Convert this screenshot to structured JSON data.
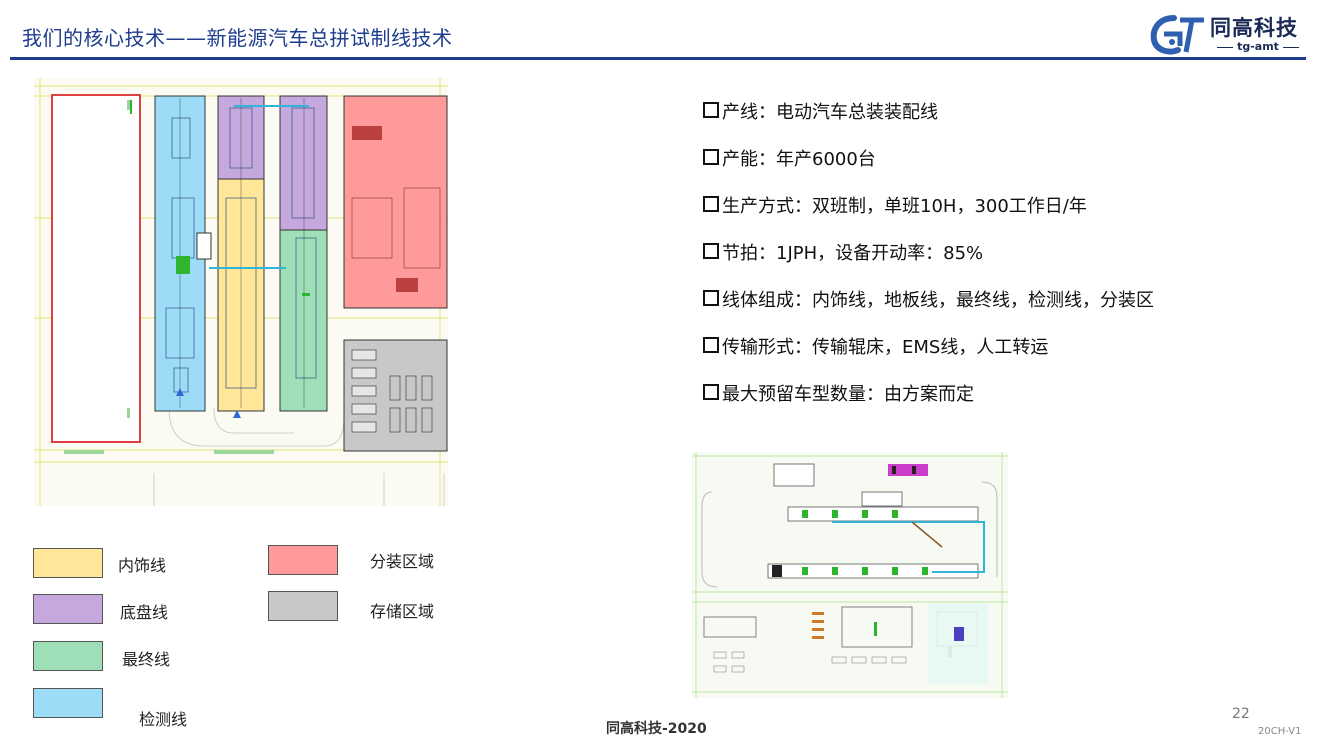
{
  "header": {
    "title": "我们的核心技术——新能源汽车总拼试制线技术"
  },
  "logo": {
    "name": "同高科技",
    "sub": "tg-amt"
  },
  "legend": [
    {
      "label": "内饰线",
      "color": "#ffe699"
    },
    {
      "label": "底盘线",
      "color": "#c5a8dd"
    },
    {
      "label": "最终线",
      "color": "#9fdfb8"
    },
    {
      "label": "检测线",
      "color": "#9ddcf7"
    },
    {
      "label": "分装区域",
      "color": "#ff9a9a"
    },
    {
      "label": "存储区域",
      "color": "#c8c8c8"
    }
  ],
  "specs": [
    "产线：电动汽车总装装配线",
    "产能：年产6000台",
    "生产方式：双班制，单班10H，300工作日/年",
    "节拍：1JPH，设备开动率：85%",
    "线体组成：内饰线，地板线，最终线，检测线，分装区",
    "传输形式：传输辊床，EMS线，人工转运",
    "最大预留车型数量：由方案而定"
  ],
  "footer": {
    "company_year": "同高科技-2020",
    "page": "22",
    "version": "20CH-V1"
  },
  "colors": {
    "title_blue": "#1f3d8f",
    "interior": "#ffe699",
    "chassis": "#c5a8dd",
    "final": "#9fdfb8",
    "test": "#9ddcf7",
    "subassembly": "#ff9a9a",
    "storage": "#c8c8c8"
  }
}
